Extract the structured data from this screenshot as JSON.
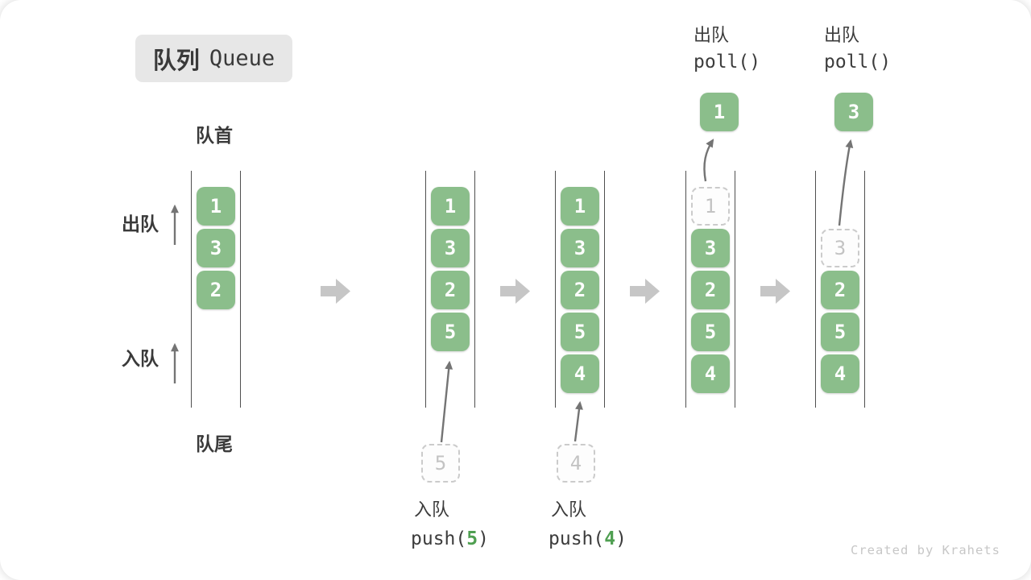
{
  "title": {
    "zh": "队列",
    "en": "Queue"
  },
  "labels": {
    "front": "队首",
    "rear": "队尾",
    "dequeue_side": "出队",
    "enqueue_side": "入队"
  },
  "operations": {
    "poll_1": {
      "zh": "出队",
      "code": "poll()",
      "value": "1"
    },
    "poll_2": {
      "zh": "出队",
      "code": "poll()",
      "value": "3"
    },
    "push_1": {
      "zh": "入队",
      "code_pre": "push(",
      "arg": "5",
      "code_post": ")",
      "ghost": "5"
    },
    "push_2": {
      "zh": "入队",
      "code_pre": "push(",
      "arg": "4",
      "code_post": ")",
      "ghost": "4"
    }
  },
  "columns": [
    {
      "slots": [
        {
          "v": "1",
          "t": "solid"
        },
        {
          "v": "3",
          "t": "solid"
        },
        {
          "v": "2",
          "t": "solid"
        }
      ]
    },
    {
      "slots": [
        {
          "v": "1",
          "t": "solid"
        },
        {
          "v": "3",
          "t": "solid"
        },
        {
          "v": "2",
          "t": "solid"
        },
        {
          "v": "5",
          "t": "solid"
        }
      ]
    },
    {
      "slots": [
        {
          "v": "1",
          "t": "solid"
        },
        {
          "v": "3",
          "t": "solid"
        },
        {
          "v": "2",
          "t": "solid"
        },
        {
          "v": "5",
          "t": "solid"
        },
        {
          "v": "4",
          "t": "solid"
        }
      ]
    },
    {
      "slots": [
        {
          "v": "1",
          "t": "dashed"
        },
        {
          "v": "3",
          "t": "solid"
        },
        {
          "v": "2",
          "t": "solid"
        },
        {
          "v": "5",
          "t": "solid"
        },
        {
          "v": "4",
          "t": "solid"
        }
      ]
    },
    {
      "slots": [
        {
          "v": "3",
          "t": "dashed"
        },
        {
          "v": "2",
          "t": "solid"
        },
        {
          "v": "5",
          "t": "solid"
        },
        {
          "v": "4",
          "t": "solid"
        }
      ]
    }
  ],
  "watermark": "Created by Krahets",
  "colors": {
    "box_green": "#8bbe8b",
    "code_arg_green": "#4f9f51",
    "block_arrow_gray": "#c6c6c6",
    "thin_arrow_gray": "#747474",
    "rail_dark": "#4f4f4f",
    "ghost_gray": "#c3c3c3",
    "label_dark": "#3a3a3a",
    "badge_bg": "#e7e7e7",
    "watermark_gray": "#c7c7c7"
  }
}
